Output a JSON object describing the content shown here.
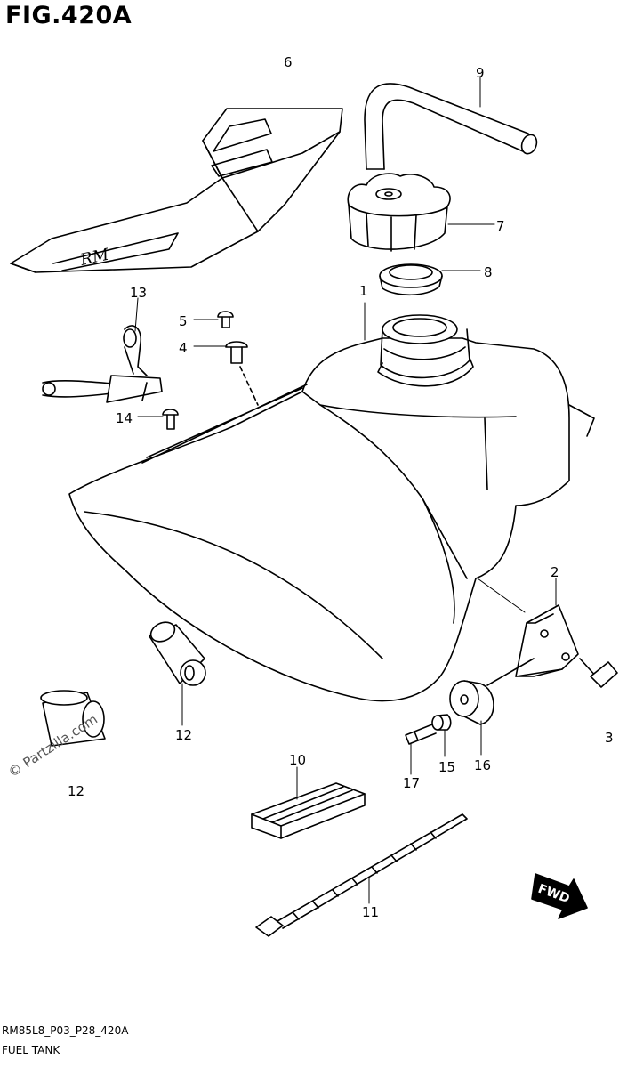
{
  "figure": {
    "title": "FIG.420A"
  },
  "parts": [
    {
      "number": "1"
    },
    {
      "number": "2"
    },
    {
      "number": "3"
    },
    {
      "number": "4"
    },
    {
      "number": "5"
    },
    {
      "number": "6"
    },
    {
      "number": "7"
    },
    {
      "number": "8"
    },
    {
      "number": "9"
    },
    {
      "number": "10"
    },
    {
      "number": "11"
    },
    {
      "number": "12"
    },
    {
      "number": "12"
    },
    {
      "number": "13"
    },
    {
      "number": "14"
    },
    {
      "number": "15"
    },
    {
      "number": "16"
    },
    {
      "number": "17"
    }
  ],
  "graphics": {
    "fwd_arrow_text": "FWD",
    "shroud_logo_text": "RM",
    "watermark": "© Partzilla.com"
  },
  "footer": {
    "code": "RM85L8_P03_P28_420A",
    "name": "FUEL TANK"
  }
}
